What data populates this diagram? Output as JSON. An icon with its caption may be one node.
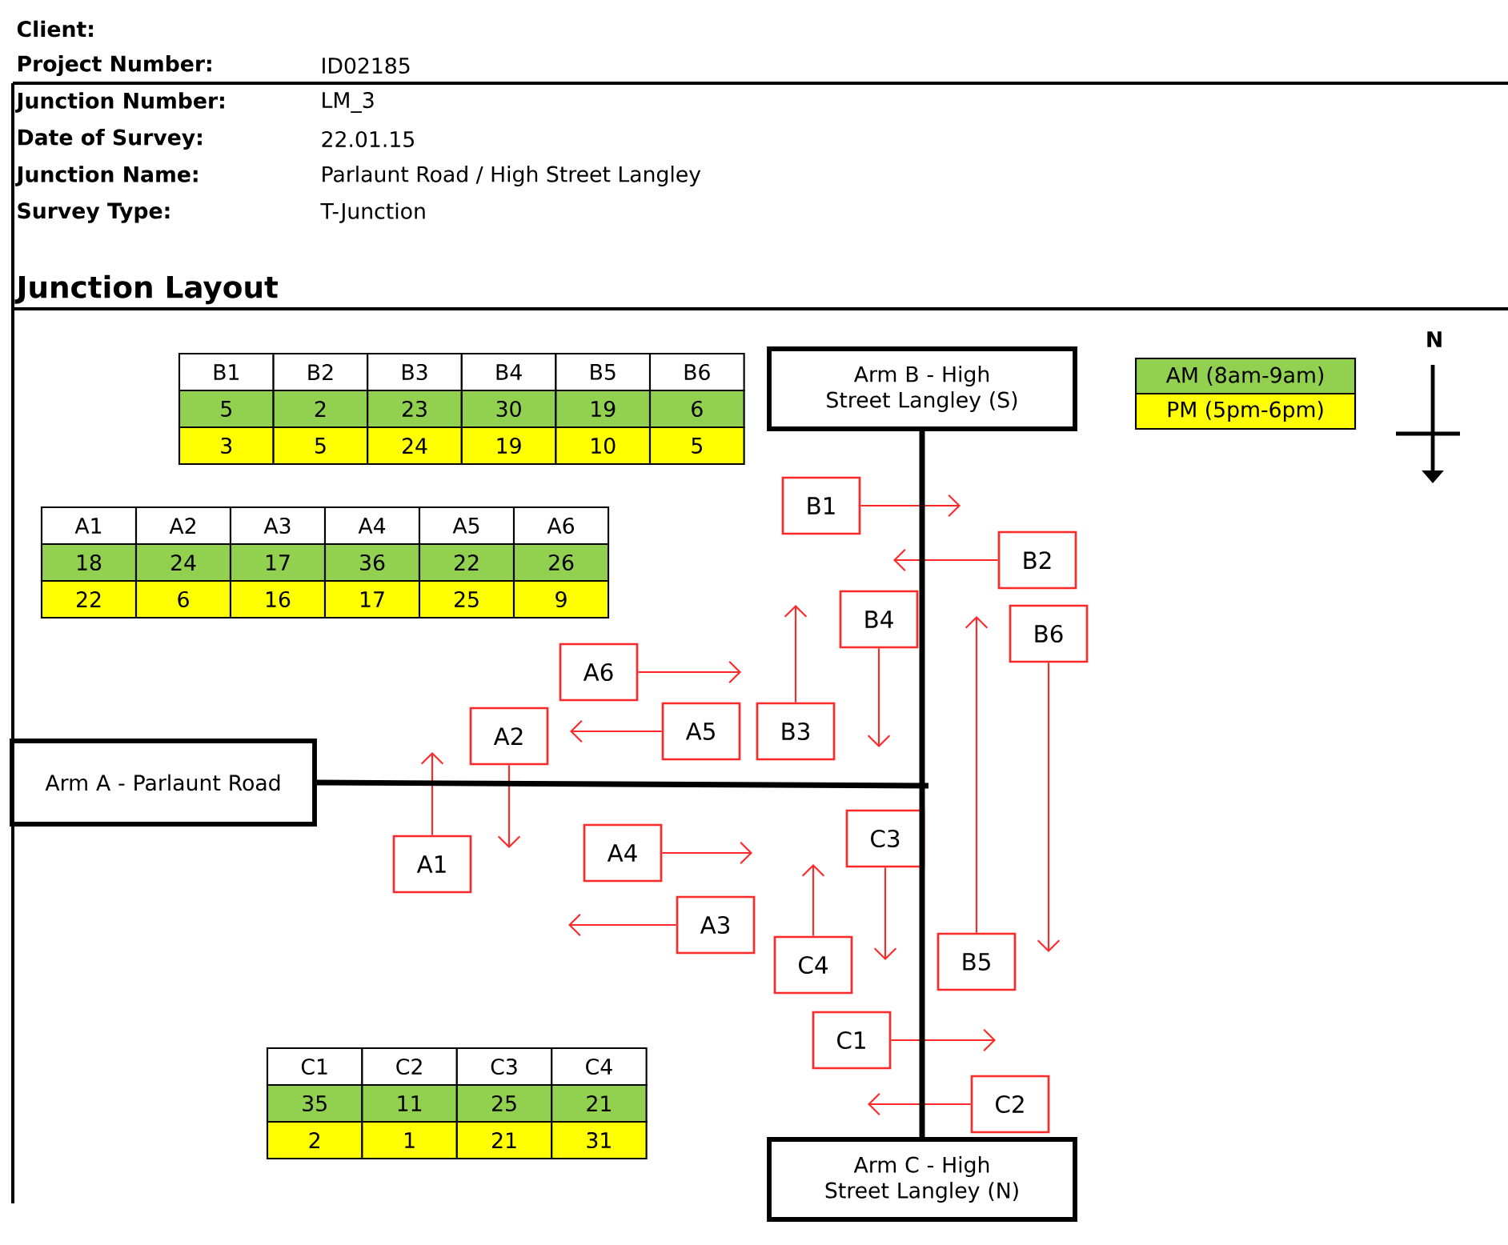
{
  "diagram": {
    "title": "Junction Layout",
    "nodes": [
      {
        "text": [
          "Arm B - High Street Langley (S)"
        ]
      },
      {
        "text": [
          "B1"
        ]
      },
      {
        "text": [
          "B2"
        ]
      },
      {
        "text": [
          "B4"
        ]
      },
      {
        "text": [
          "B6"
        ]
      },
      {
        "text": [
          "A6"
        ]
      },
      {
        "text": [
          "B3"
        ]
      },
      {
        "text": [
          "A5"
        ]
      },
      {
        "text": [
          "A2"
        ]
      },
      {
        "text": [
          "Arm A - Parlaunt Road"
        ]
      },
      {
        "text": [
          "C3"
        ]
      },
      {
        "text": [
          "A4"
        ]
      },
      {
        "text": [
          "A1"
        ]
      },
      {
        "text": [
          "A3"
        ]
      },
      {
        "text": [
          "B5"
        ]
      },
      {
        "text": [
          "C4"
        ]
      },
      {
        "text": [
          "C1"
        ]
      },
      {
        "text": [
          "C2"
        ]
      },
      {
        "text": [
          "Arm C - High Street Langley (N)"
        ]
      }
    ],
    "edges": [
      {
        "from": 1,
        "to": null,
        "arrow": "to"
      },
      {
        "from": 2,
        "to": null,
        "arrow": "to"
      },
      {
        "from": 3,
        "to": null,
        "arrow": "to"
      },
      {
        "from": 4,
        "to": null,
        "arrow": "to"
      },
      {
        "from": 5,
        "to": null,
        "arrow": "to"
      },
      {
        "from": 6,
        "to": null,
        "arrow": "to"
      },
      {
        "from": 7,
        "to": null,
        "arrow": "to"
      },
      {
        "from": 8,
        "to": null,
        "arrow": "to"
      },
      {
        "from": 10,
        "to": null,
        "arrow": "to"
      },
      {
        "from": 11,
        "to": null,
        "arrow": "to"
      },
      {
        "from": 12,
        "to": null,
        "arrow": "to"
      },
      {
        "from": 13,
        "to": null,
        "arrow": "to"
      },
      {
        "from": 14,
        "to": null,
        "arrow": "to"
      },
      {
        "from": 15,
        "to": null,
        "arrow": "to"
      },
      {
        "from": 16,
        "to": null,
        "arrow": "to"
      },
      {
        "from": 17,
        "to": null,
        "arrow": "to"
      },
      {
        "from": 0,
        "to": 18,
        "arrow": "none",
        "style": "thick",
        "color": "#000000"
      },
      {
        "from": 9,
        "to": null,
        "arrow": "none",
        "style": "thick",
        "color": "#000000"
      }
    ],
    "labels": [
      "Client:",
      "Project Number:",
      "ID02185",
      "Junction Number:",
      "LM_3",
      "Date of Survey:",
      "22.01.15",
      "Junction Name:",
      "Parlaunt Road / High Street Langley",
      "Survey Type:",
      "T-Junction",
      "N",
      "B1",
      "B2",
      "B3",
      "B4",
      "B5",
      "B6",
      "5",
      "2",
      "23",
      "30",
      "19",
      "6",
      "3",
      "5",
      "24",
      "19",
      "10",
      "5",
      "A1",
      "A2",
      "A3",
      "A4",
      "A5",
      "A6",
      "18",
      "24",
      "17",
      "36",
      "22",
      "26",
      "22",
      "6",
      "16",
      "17",
      "25",
      "9",
      "C1",
      "C2",
      "C3",
      "C4",
      "35",
      "11",
      "25",
      "21",
      "2",
      "1",
      "21",
      "31"
    ],
    "legend": [
      {
        "text": "AM (8am-9am)",
        "color": "#92d050"
      },
      {
        "text": "PM (5pm-6pm)",
        "color": "#ffff00"
      }
    ]
  }
}
